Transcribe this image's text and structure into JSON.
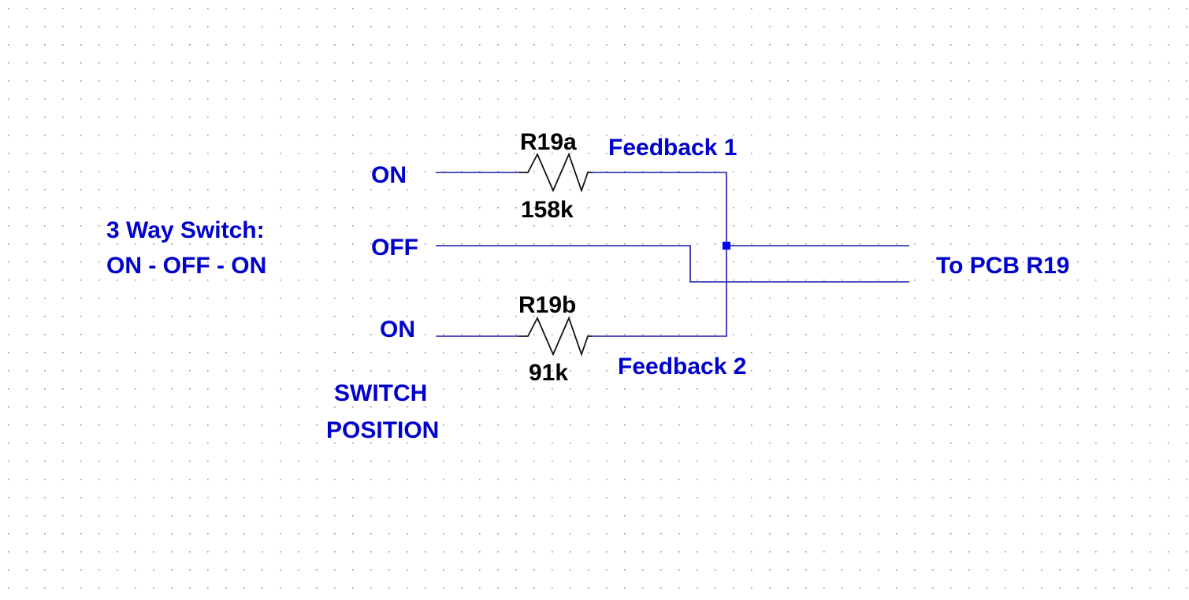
{
  "title": {
    "line1": "3 Way Switch:",
    "line2": "ON - OFF - ON"
  },
  "switch": {
    "on_top": "ON",
    "off": "OFF",
    "on_bottom": "ON",
    "caption_line1": "SWITCH",
    "caption_line2": "POSITION"
  },
  "resistors": {
    "r19a": {
      "name": "R19a",
      "value": "158k"
    },
    "r19b": {
      "name": "R19b",
      "value": "91k"
    }
  },
  "labels": {
    "feedback1": "Feedback 1",
    "feedback2": "Feedback 2",
    "output": "To PCB R19"
  },
  "colors": {
    "label": "#0000cc",
    "wire": "#1a1aa8",
    "component": "#111111",
    "grid_dot": "#9a9a9a",
    "junction": "#0000ff"
  }
}
